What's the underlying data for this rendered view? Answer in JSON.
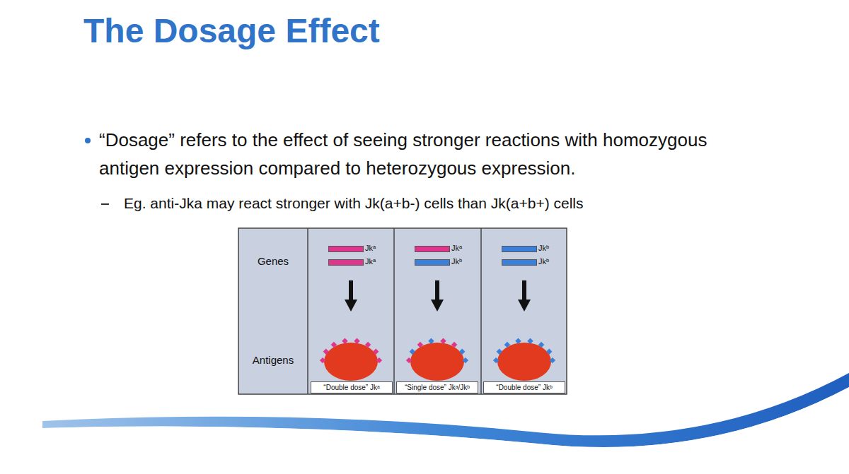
{
  "diagram": {
    "title": "The Dosage Effect",
    "nodes": [
      {
        "text": [
          "Genes",
          "Antigens"
        ]
      },
      {
        "text": [
          "Jkᵃ"
        ]
      },
      {
        "text": [
          "Jkᵃ"
        ]
      },
      {
        "text": [
          "Jkᵃ"
        ]
      },
      {
        "text": [
          "Jkᵇ"
        ]
      },
      {
        "text": [
          "Jkᵇ"
        ]
      },
      {
        "text": [
          "Jkᵇ"
        ]
      },
      {
        "text": [
          "“Double dose” Jkᵃ"
        ]
      },
      {
        "text": [
          "“Single dose” Jkᵃ/Jkᵇ"
        ]
      },
      {
        "text": [
          "“Double dose” Jkᵇ"
        ]
      }
    ],
    "labels": [
      "“Dosage” refers to the effect of seeing stronger reactions with homozygous antigen expression compared to heterozygous expression.",
      "Eg. anti-Jka may react stronger with Jk(a+b-) cells than Jk(a+b+) cells"
    ]
  }
}
